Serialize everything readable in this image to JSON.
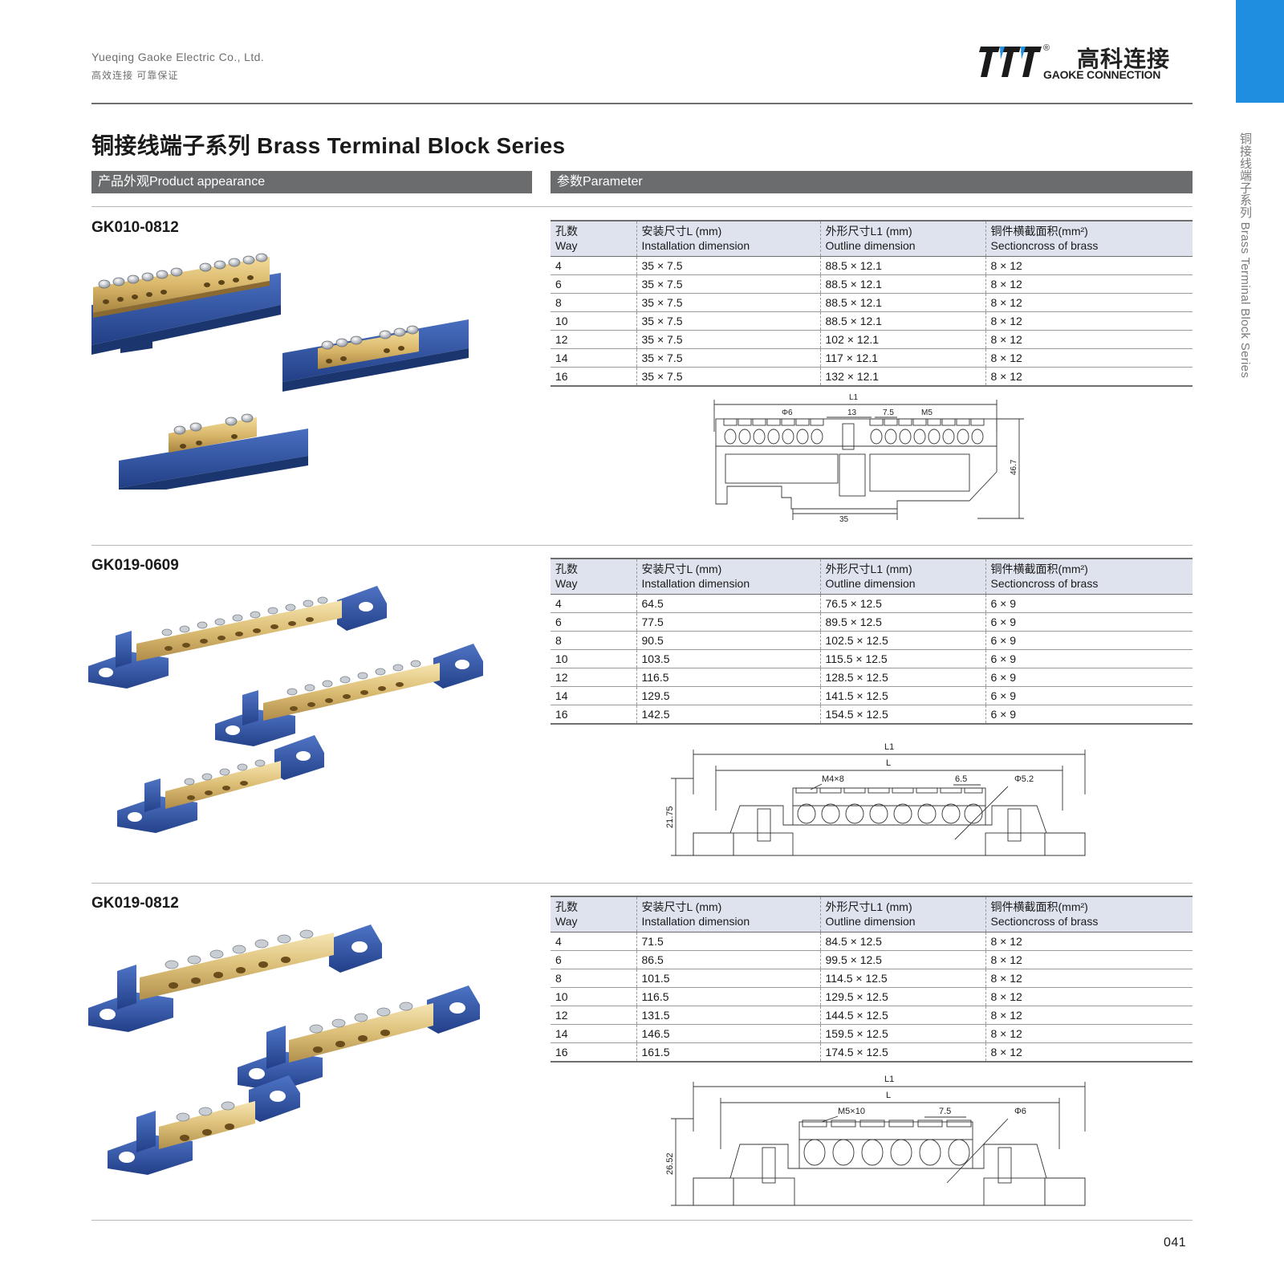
{
  "header": {
    "company": "Yueqing Gaoke Electric Co., Ltd.",
    "slogan": "高效连接  可靠保证",
    "logo_reg": "®",
    "logo_cn": "高科连接",
    "logo_en": "GAOKE CONNECTION"
  },
  "side_label": "铜接线端子系列 Brass Terminal Block Series",
  "page_title": "铜接线端子系列 Brass Terminal Block Series",
  "sections": {
    "appearance": "产品外观Product appearance",
    "parameter": "参数Parameter"
  },
  "table_headers": [
    {
      "cn": "孔数",
      "en": "Way"
    },
    {
      "cn": "安装尺寸L (mm)",
      "en": "Installation dimension"
    },
    {
      "cn": "外形尺寸L1 (mm)",
      "en": "Outline dimension"
    },
    {
      "cn": "铜件横截面积(mm²)",
      "en": "Sectioncross of brass"
    }
  ],
  "products": [
    {
      "model": "GK010-0812",
      "rows": [
        [
          "4",
          "35 × 7.5",
          "88.5 × 12.1",
          "8 × 12"
        ],
        [
          "6",
          "35 × 7.5",
          "88.5 × 12.1",
          "8 × 12"
        ],
        [
          "8",
          "35 × 7.5",
          "88.5 × 12.1",
          "8 × 12"
        ],
        [
          "10",
          "35 × 7.5",
          "88.5 × 12.1",
          "8 × 12"
        ],
        [
          "12",
          "35 × 7.5",
          "102 × 12.1",
          "8 × 12"
        ],
        [
          "14",
          "35 × 7.5",
          "117 × 12.1",
          "8 × 12"
        ],
        [
          "16",
          "35 × 7.5",
          "132 × 12.1",
          "8 × 12"
        ]
      ],
      "drawing": {
        "l1": "L1",
        "hole": "Φ6",
        "pitch_a": "13",
        "pitch_b": "7.5",
        "screw": "M5",
        "height": "46.7",
        "mount": "35"
      }
    },
    {
      "model": "GK019-0609",
      "rows": [
        [
          "4",
          "64.5",
          "76.5 × 12.5",
          "6 × 9"
        ],
        [
          "6",
          "77.5",
          "89.5 × 12.5",
          "6 × 9"
        ],
        [
          "8",
          "90.5",
          "102.5 × 12.5",
          "6 × 9"
        ],
        [
          "10",
          "103.5",
          "115.5 × 12.5",
          "6 × 9"
        ],
        [
          "12",
          "116.5",
          "128.5 × 12.5",
          "6 × 9"
        ],
        [
          "14",
          "129.5",
          "141.5 × 12.5",
          "6 × 9"
        ],
        [
          "16",
          "142.5",
          "154.5 × 12.5",
          "6 × 9"
        ]
      ],
      "drawing": {
        "l1": "L1",
        "l": "L",
        "screw": "M4×8",
        "pitch": "6.5",
        "hole": "Φ5.2",
        "height": "21.75"
      }
    },
    {
      "model": "GK019-0812",
      "rows": [
        [
          "4",
          "71.5",
          "84.5 × 12.5",
          "8 × 12"
        ],
        [
          "6",
          "86.5",
          "99.5 × 12.5",
          "8 × 12"
        ],
        [
          "8",
          "101.5",
          "114.5 × 12.5",
          "8 × 12"
        ],
        [
          "10",
          "116.5",
          "129.5 × 12.5",
          "8 × 12"
        ],
        [
          "12",
          "131.5",
          "144.5 × 12.5",
          "8 × 12"
        ],
        [
          "14",
          "146.5",
          "159.5 × 12.5",
          "8 × 12"
        ],
        [
          "16",
          "161.5",
          "174.5 × 12.5",
          "8 × 12"
        ]
      ],
      "drawing": {
        "l1": "L1",
        "l": "L",
        "screw": "M5×10",
        "pitch": "7.5",
        "hole": "Φ6",
        "height": "26.52"
      }
    }
  ],
  "page_number": "041",
  "colors": {
    "accent_blue": "#1f8ee0",
    "section_bar": "#6b6c6e",
    "table_header": "#dfe3ee",
    "brass": "#d9b76a",
    "insulator_blue": "#2f59a8"
  }
}
